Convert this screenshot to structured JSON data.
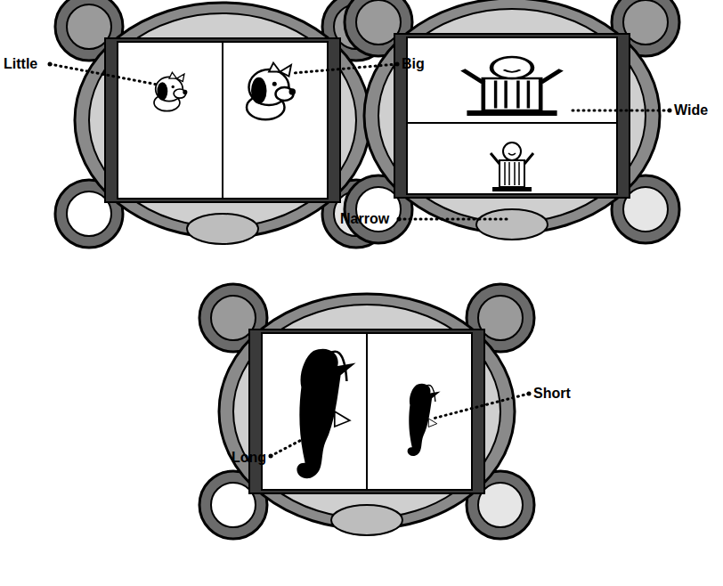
{
  "diagram": {
    "labels": [
      "Little",
      "Big",
      "Wide",
      "Narrow",
      "Long",
      "Short"
    ]
  }
}
